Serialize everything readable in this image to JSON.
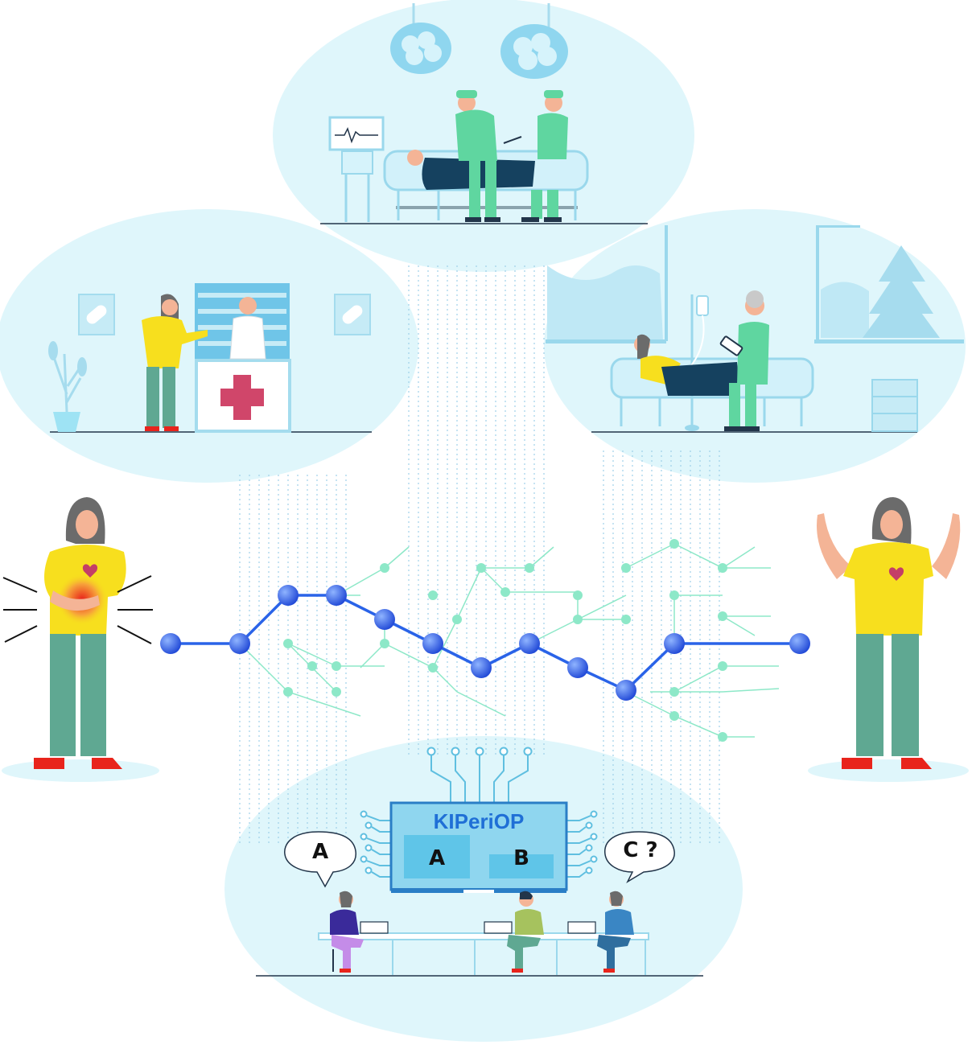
{
  "board": {
    "title": "KIPeriOP",
    "option_a": "A",
    "option_b": "B"
  },
  "bubbles": {
    "left": "A",
    "right": "C ?"
  },
  "colors": {
    "bubble_fill": "#dff6fb",
    "pathway_blue": "#2a63e8",
    "branch_mint": "#8de8c8",
    "data_stream": "#9fd0e8",
    "patient_shirt": "#f7df1e",
    "patient_pants": "#5fa892",
    "scrubs": "#5fd6a0"
  },
  "icons": [
    "surgical-light-icon",
    "heart-rate-monitor-icon",
    "pill-capsule-icon",
    "pharmacy-cross-icon",
    "iv-drip-icon",
    "tree-icon",
    "heart-icon",
    "pain-burst-icon",
    "laptop-icon",
    "circuit-node-icon"
  ]
}
